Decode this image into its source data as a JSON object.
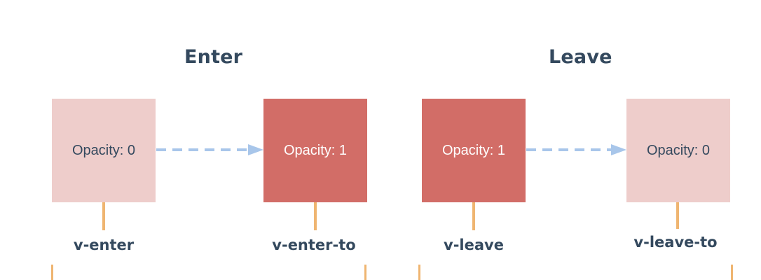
{
  "sections": {
    "enter": {
      "title": "Enter",
      "start_box": {
        "text": "Opacity: 0",
        "class_label": "v-enter"
      },
      "end_box": {
        "text": "Opacity: 1",
        "class_label": "v-enter-to"
      }
    },
    "leave": {
      "title": "Leave",
      "start_box": {
        "text": "Opacity: 1",
        "class_label": "v-leave"
      },
      "end_box": {
        "text": "Opacity: 0",
        "class_label": "v-leave-to"
      }
    }
  },
  "colors": {
    "box_transparent": "#eecdcb",
    "box_opaque": "#d26d67",
    "arrow": "#a8c6ea",
    "connector": "#efb571",
    "text_dark": "#34495e"
  }
}
